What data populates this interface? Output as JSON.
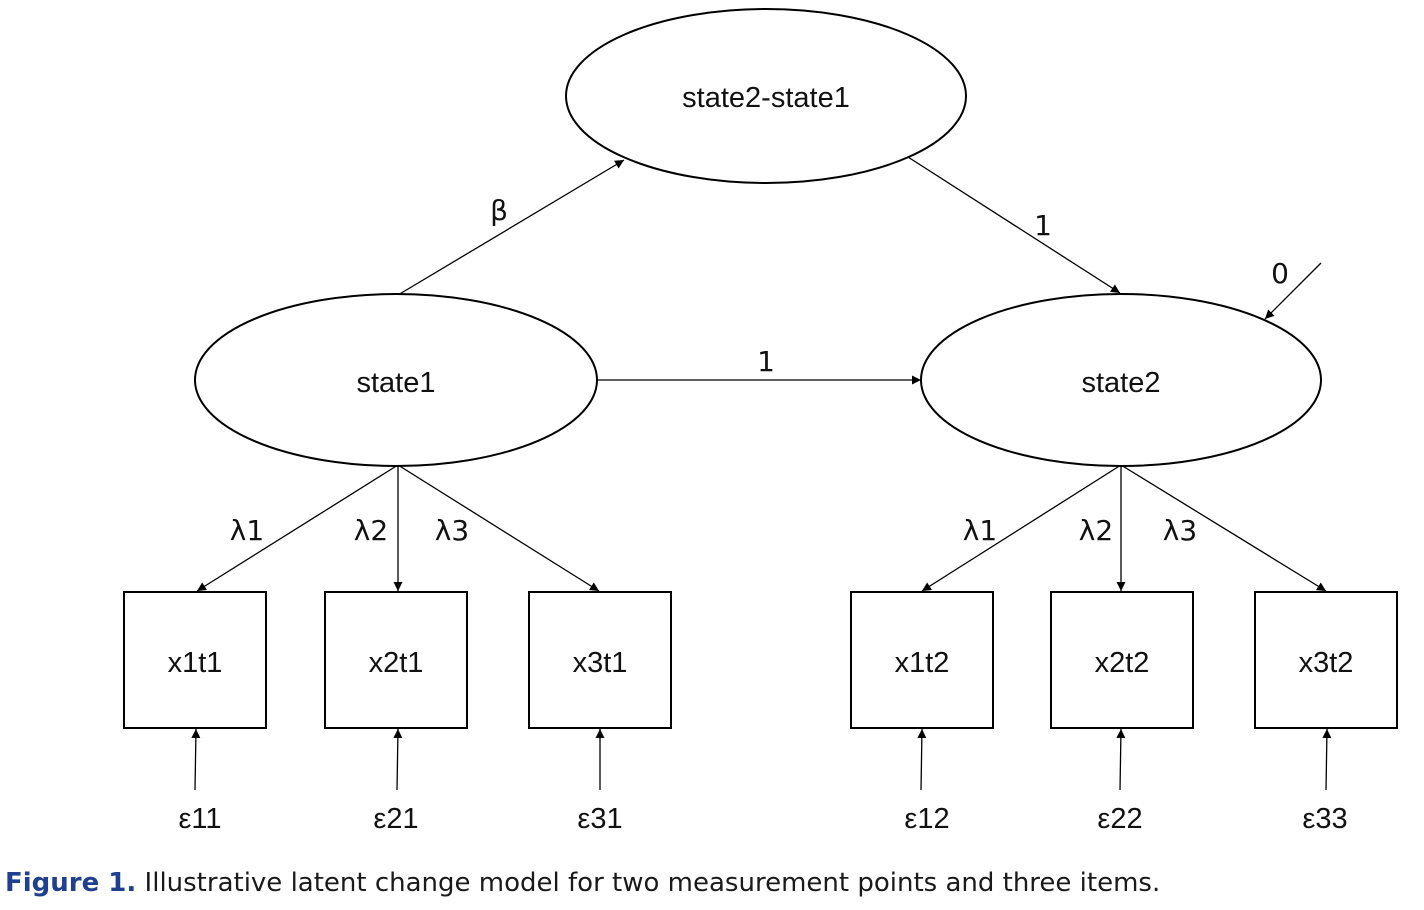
{
  "nodes": {
    "diff": "state2-state1",
    "state1": "state1",
    "state2": "state2",
    "x1t1": "x1t1",
    "x2t1": "x2t1",
    "x3t1": "x3t1",
    "x1t2": "x1t2",
    "x2t2": "x2t2",
    "x3t2": "x3t2",
    "e11": "ε11",
    "e21": "ε21",
    "e31": "ε31",
    "e12": "ε12",
    "e22": "ε22",
    "e33": "ε33"
  },
  "paths": {
    "beta": "β",
    "diff_to_state2": "1",
    "state1_to_state2": "1",
    "state2_residual": "0",
    "t1_l1": "λ1",
    "t1_l2": "λ2",
    "t1_l3": "λ3",
    "t2_l1": "λ1",
    "t2_l2": "λ2",
    "t2_l3": "λ3"
  },
  "caption": {
    "label": "Figure 1.",
    "text": "Illustrative latent change model for two measurement points and three items."
  },
  "colors": {
    "caption_label": "#1f3f8f"
  }
}
